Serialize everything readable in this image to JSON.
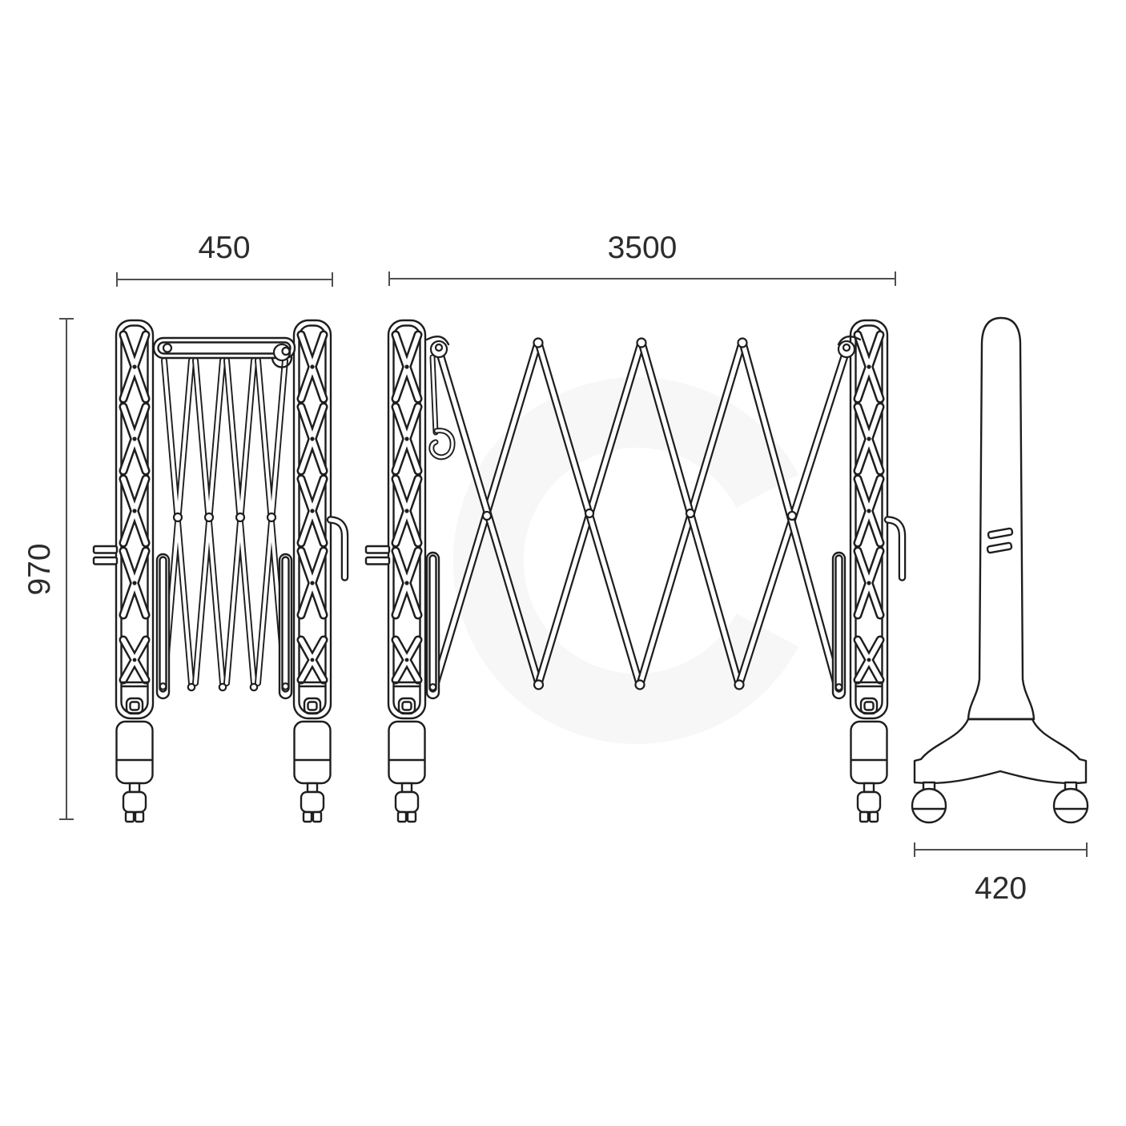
{
  "figure": {
    "type": "technical-dimension-drawing",
    "subject": "expanding-barrier-gate",
    "dimensions": {
      "collapsed_width": "450",
      "expanded_width": "3500",
      "height": "970",
      "base_depth": "420"
    },
    "colors": {
      "line": "#1e1e1e",
      "dimension_line": "#4f4f4f",
      "dimension_text": "#2c2c2c",
      "background": "#ffffff",
      "watermark": "#f7f7f7"
    }
  }
}
